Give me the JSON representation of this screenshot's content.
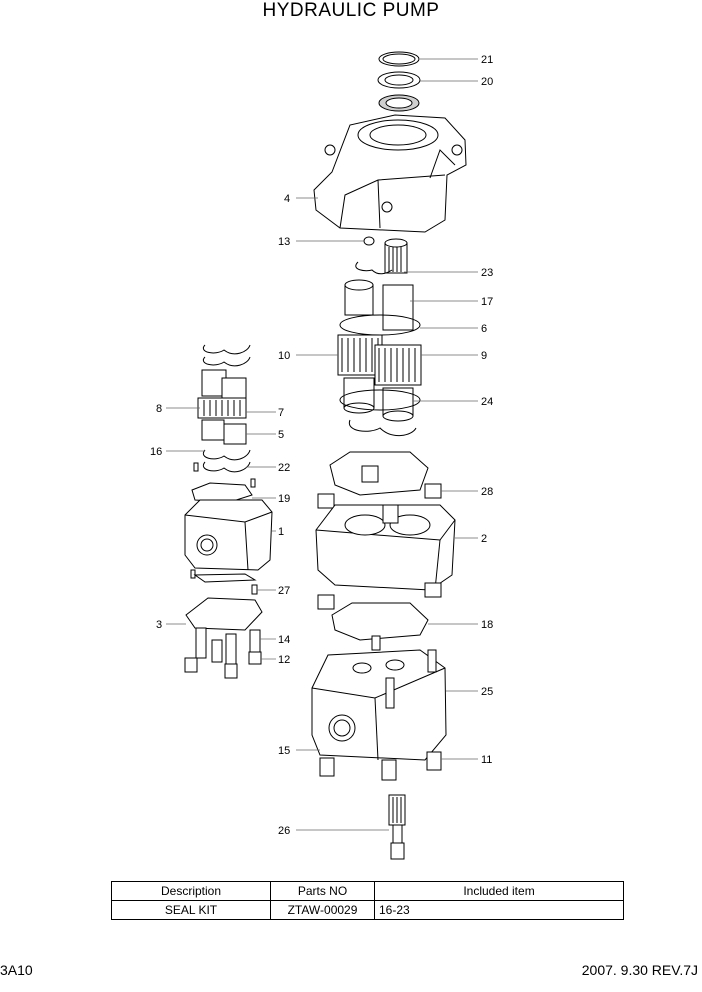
{
  "title": "HYDRAULIC PUMP",
  "part_numbers": [
    "21",
    "20",
    "4",
    "13",
    "23",
    "17",
    "6",
    "9",
    "10",
    "24",
    "8",
    "7",
    "5",
    "16",
    "22",
    "28",
    "19",
    "1",
    "2",
    "27",
    "3",
    "14",
    "12",
    "18",
    "25",
    "15",
    "11",
    "26"
  ],
  "table": {
    "headers": [
      "Description",
      "Parts NO",
      "Included item"
    ],
    "rows": [
      [
        "SEAL KIT",
        "ZTAW-00029",
        "16-23"
      ]
    ]
  },
  "footer": {
    "left": "3A10",
    "right": "2007. 9.30  REV.7J"
  }
}
